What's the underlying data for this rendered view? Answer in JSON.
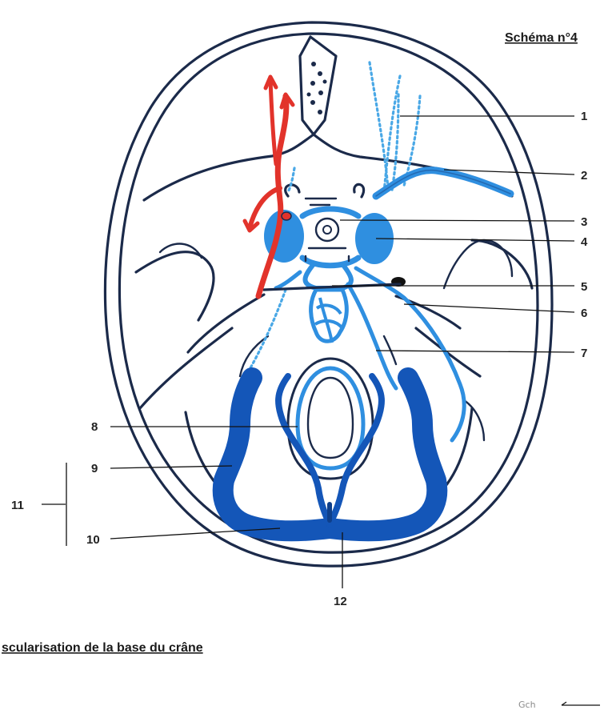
{
  "title": "Schéma n°4",
  "caption": "scularisation de la base du crâne",
  "orientation_note": "Gch",
  "labels": {
    "l1": "1",
    "l2": "2",
    "l3": "3",
    "l4": "4",
    "l5": "5",
    "l6": "6",
    "l7": "7",
    "l8": "8",
    "l9": "9",
    "l10": "10",
    "l11": "11",
    "l12": "12"
  },
  "colors": {
    "outline": "#1b2a4a",
    "artery": "#e2332b",
    "vein_light": "#2f8fe0",
    "vein_dark": "#1456b8",
    "vein_dotted": "#4aa8e6"
  }
}
